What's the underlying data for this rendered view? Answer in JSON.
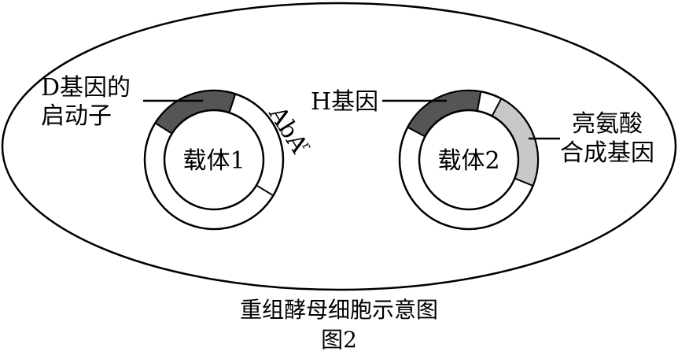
{
  "diagram": {
    "caption": "重组酵母细胞示意图",
    "figure_label": "图2",
    "vector1": {
      "name": "载体1",
      "promoter_label_line1": "D基因的",
      "promoter_label_line2": "启动子",
      "resistance_gene": "AbA"
    },
    "vector2": {
      "name": "载体2",
      "gene_label": "H基因",
      "leu_label_line1": "亮氨酸",
      "leu_label_line2": "合成基因"
    }
  },
  "colors": {
    "dark_segment": "#555555",
    "light_segment": "#c8c8c8",
    "stroke": "#000000",
    "background": "#ffffff"
  }
}
